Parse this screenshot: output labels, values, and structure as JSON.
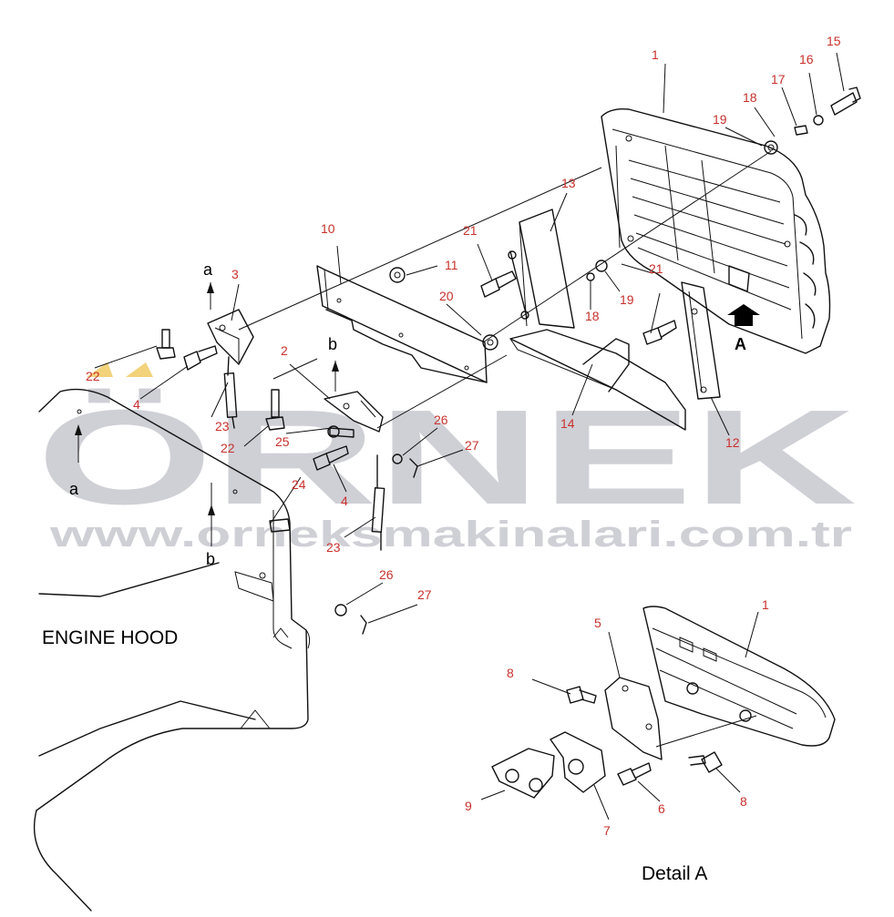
{
  "watermark": {
    "brand": "ÖRNEK",
    "url": "www.orneksmakinalari.com.tr"
  },
  "captions": {
    "engine_hood": "ENGINE HOOD",
    "detail_a": "Detail A"
  },
  "view_markers": {
    "a_top": "a",
    "a_bottom": "a",
    "b_top": "b",
    "b_bottom": "b",
    "view_A": "A"
  },
  "part_numbers": {
    "p1": "1",
    "p1_detail": "1",
    "p2": "2",
    "p3": "3",
    "p4_left": "4",
    "p4_mid": "4",
    "p5": "5",
    "p6": "6",
    "p7": "7",
    "p8_left": "8",
    "p8_right": "8",
    "p9": "9",
    "p10": "10",
    "p11": "11",
    "p12": "12",
    "p13": "13",
    "p14": "14",
    "p15": "15",
    "p16": "16",
    "p17": "17",
    "p18_top": "18",
    "p18_mid": "18",
    "p19_top": "19",
    "p19_mid": "19",
    "p20": "20",
    "p21_left": "21",
    "p21_right": "21",
    "p22_left": "22",
    "p22_mid": "22",
    "p23_left": "23",
    "p23_mid": "23",
    "p24": "24",
    "p25": "25",
    "p26_top": "26",
    "p26_bottom": "26",
    "p27_top": "27",
    "p27_bottom": "27"
  },
  "colors": {
    "part_number": "#c8312c",
    "watermark": "#cfcfd6",
    "line": "#111111"
  }
}
